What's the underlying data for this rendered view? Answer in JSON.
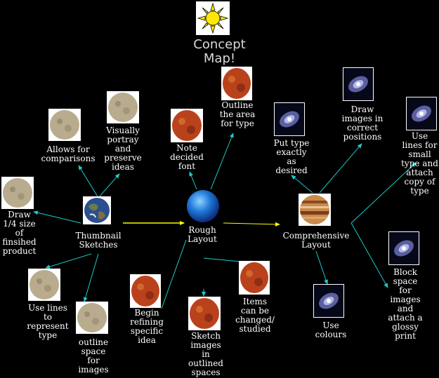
{
  "title": "Concept\nMap!",
  "colors": {
    "background": "#000000",
    "connector": "#1fc9c9",
    "main_arrow": "#ffff00",
    "text": "#ffffff"
  },
  "nodes": {
    "thumbnail": "Thumbnail\nSketches",
    "rough": "Rough\nLayout",
    "comprehensive": "Comprehensive\nLayout",
    "allows": "Allows for\ncomparisons",
    "visually": "Visually\nportray\nand\npreserve\nideas",
    "draw_quarter": "Draw\n1/4 size\nof\nfinsihed\nproduct",
    "use_lines": "Use lines\nto\nrepresent\ntype",
    "outline_space": "outline\nspace\nfor\nimages",
    "note_font": "Note\ndecided\nfont",
    "outline_area": "Outline\nthe area\nfor type",
    "begin_refining": "Begin\nrefining\nspecific\nidea",
    "sketch_images": "Sketch\nimages\nin\noutlined\nspaces",
    "items_changed": "Items\ncan be\nchanged/\nstudied",
    "put_type": "Put type\nexactly\nas\ndesired",
    "draw_images": "Draw\nimages in\ncorrect\npositions",
    "use_lines_small": "Use\nlines for\nsmall\ntype and\nattach\ncopy of\ntype",
    "use_colours": "Use\ncolours",
    "block_space": "Block\nspace\nfor\nimages\nand\nattach a\nglossy\nprint"
  },
  "icons": {
    "sun": "sun-icon",
    "earth": "earth-icon",
    "neptune": "neptune-icon",
    "jupiter": "jupiter-icon",
    "moon": "moon-icon",
    "mars": "mars-icon",
    "galaxy": "galaxy-icon"
  }
}
